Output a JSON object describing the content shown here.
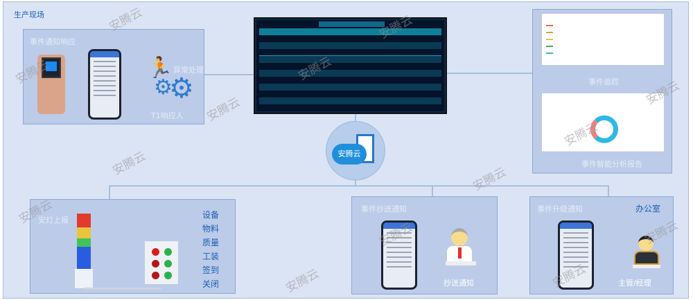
{
  "title": "生产现场",
  "panels": {
    "notify": {
      "title": "事件通知响应",
      "exception": "异常处理",
      "responder": "T1响应人"
    },
    "tracking": {
      "title": "事件追踪",
      "report": "事件智能分析报告"
    },
    "andon": {
      "title": "安灯上报",
      "buttons": [
        "设备",
        "物料",
        "质量",
        "工装",
        "签到",
        "关闭"
      ]
    },
    "cc": {
      "title": "事件抄送通知",
      "label": "抄送通知"
    },
    "escalate": {
      "title": "事件升级通知",
      "office": "办公室",
      "label": "主管/经理"
    }
  },
  "cloud": {
    "label": "安腾云"
  },
  "watermark": "安腾云",
  "colors": {
    "background": "#dbe4f4",
    "panel": "#bccbe8",
    "accent": "#1a5fb4",
    "dashboard": "#03132a"
  }
}
